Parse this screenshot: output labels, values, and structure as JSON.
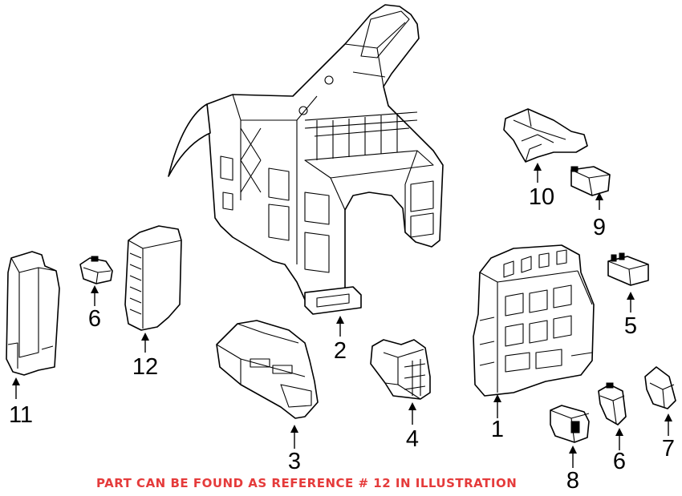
{
  "diagram": {
    "callouts": [
      {
        "id": "c1",
        "label": "1"
      },
      {
        "id": "c2",
        "label": "2"
      },
      {
        "id": "c3",
        "label": "3"
      },
      {
        "id": "c4",
        "label": "4"
      },
      {
        "id": "c5",
        "label": "5"
      },
      {
        "id": "c6a",
        "label": "6"
      },
      {
        "id": "c6b",
        "label": "6"
      },
      {
        "id": "c7",
        "label": "7"
      },
      {
        "id": "c8",
        "label": "8"
      },
      {
        "id": "c9",
        "label": "9"
      },
      {
        "id": "c10",
        "label": "10"
      },
      {
        "id": "c11",
        "label": "11"
      },
      {
        "id": "c12",
        "label": "12"
      }
    ]
  },
  "footer": {
    "note": "PART CAN BE FOUND AS REFERENCE # 12 IN ILLUSTRATION",
    "note_color": "#e53b3b"
  }
}
